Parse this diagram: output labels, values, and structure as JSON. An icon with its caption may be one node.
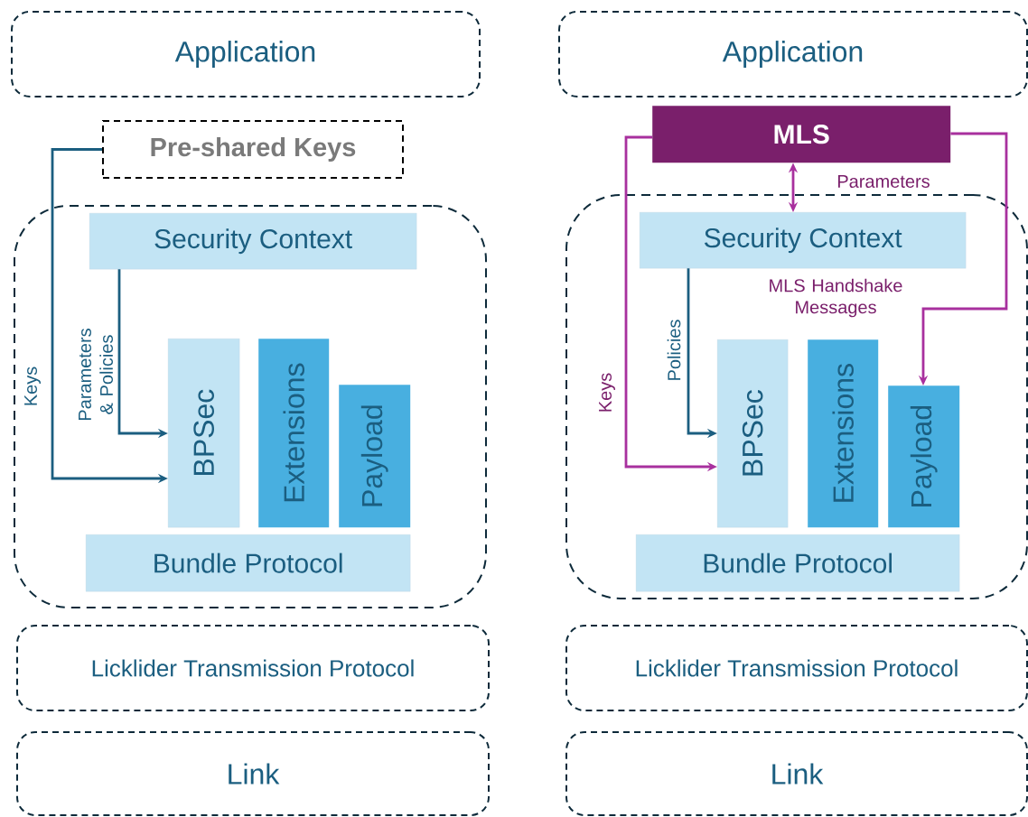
{
  "diagram": {
    "nodes": [
      {
        "text": [
          "Application"
        ]
      },
      {
        "text": [
          "Pre-shared Keys"
        ]
      },
      {
        "text": [],
        "shape": "box"
      },
      {
        "text": [
          "Security Context"
        ],
        "in": 2
      },
      {
        "text": [
          "BPSec"
        ],
        "in": 2
      },
      {
        "text": [
          "Extensions"
        ],
        "in": 2
      },
      {
        "text": [
          "Payload"
        ],
        "in": 2
      },
      {
        "text": [
          "Bundle Protocol"
        ],
        "in": 2
      },
      {
        "text": [
          "Licklider Transmission Protocol"
        ]
      },
      {
        "text": [
          "Link"
        ]
      },
      {
        "text": [
          "Application"
        ]
      },
      {
        "text": [
          "MLS"
        ]
      },
      {
        "text": [],
        "shape": "box"
      },
      {
        "text": [
          "Security Context"
        ],
        "in": 12
      },
      {
        "text": [
          "BPSec"
        ],
        "in": 12
      },
      {
        "text": [
          "Extensions"
        ],
        "in": 12
      },
      {
        "text": [
          "Payload"
        ],
        "in": 12
      },
      {
        "text": [
          "Bundle Protocol"
        ],
        "in": 12
      },
      {
        "text": [
          "Licklider Transmission Protocol"
        ]
      },
      {
        "text": [
          "Link"
        ]
      }
    ],
    "edges": [
      {
        "from": 1,
        "to": 4,
        "arrow": "to",
        "label": "Keys",
        "color": "#1b5e80"
      },
      {
        "from": 3,
        "to": 4,
        "arrow": "to",
        "label": "Parameters & Policies",
        "color": "#1b5e80"
      },
      {
        "from": 11,
        "to": 13,
        "arrow": "both",
        "label": "Parameters",
        "color": "#a8309e"
      },
      {
        "from": 11,
        "to": 14,
        "arrow": "to",
        "label": "Keys",
        "color": "#a8309e"
      },
      {
        "from": 13,
        "to": 14,
        "arrow": "to",
        "label": "Policies",
        "color": "#1b5e80"
      },
      {
        "from": 11,
        "to": 16,
        "arrow": "to",
        "label": "MLS Handshake Messages",
        "color": "#a8309e"
      }
    ]
  }
}
